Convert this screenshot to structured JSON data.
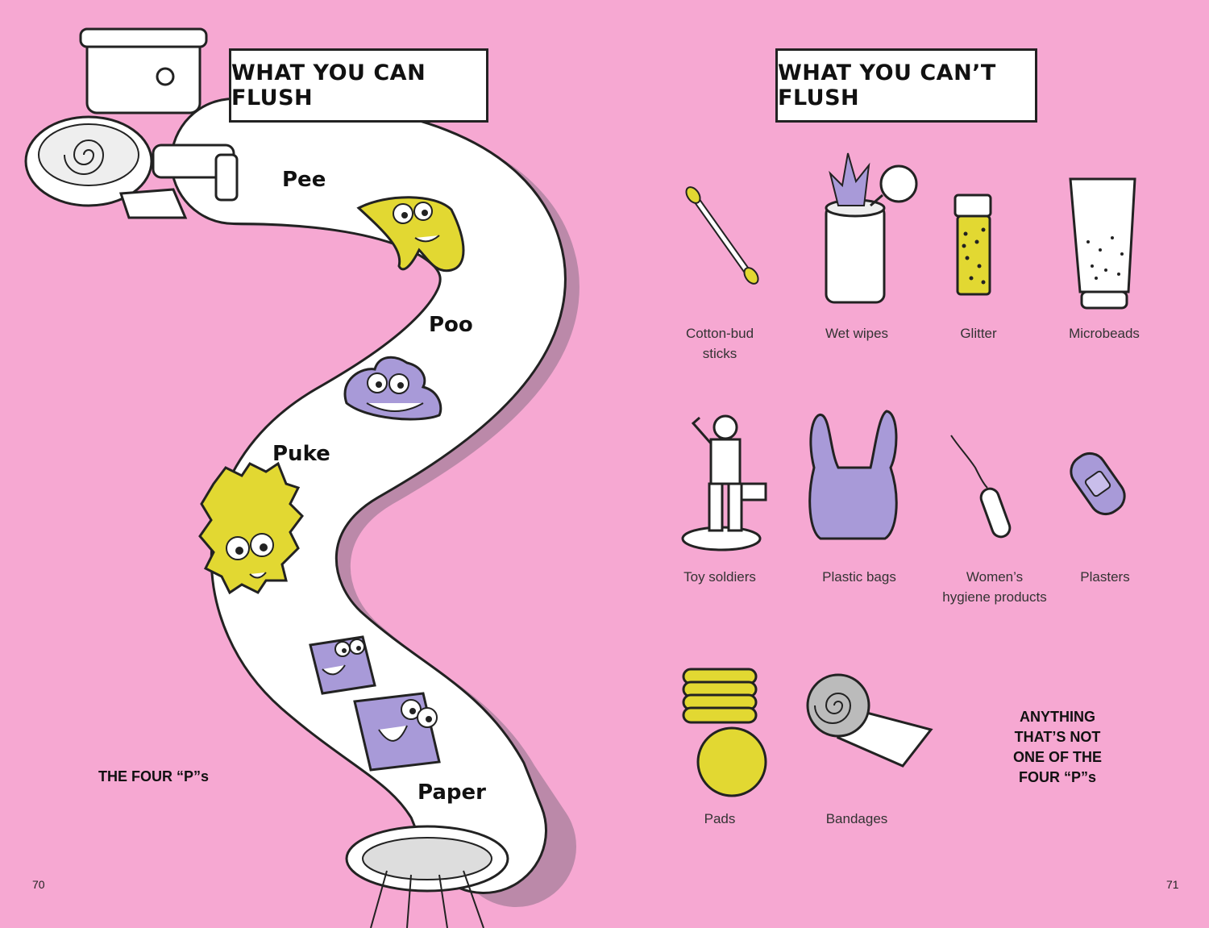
{
  "left_page": {
    "heading": "WHAT YOU CAN FLUSH",
    "labels": [
      "Pee",
      "Poo",
      "Puke",
      "Paper"
    ],
    "note": "THE FOUR “P”s",
    "page_number": "70"
  },
  "right_page": {
    "heading": "WHAT YOU CAN’T FLUSH",
    "items": [
      {
        "label": "Cotton-bud\nsticks",
        "icon": "cotton-bud-icon"
      },
      {
        "label": "Wet wipes",
        "icon": "wet-wipes-icon"
      },
      {
        "label": "Glitter",
        "icon": "glitter-jar-icon"
      },
      {
        "label": "Microbeads",
        "icon": "microbeads-tube-icon"
      },
      {
        "label": "Toy soldiers",
        "icon": "toy-soldier-icon"
      },
      {
        "label": "Plastic bags",
        "icon": "plastic-bag-icon"
      },
      {
        "label": "Women’s\nhygiene products",
        "icon": "tampon-icon"
      },
      {
        "label": "Plasters",
        "icon": "plaster-icon"
      },
      {
        "label": "Pads",
        "icon": "pads-icon"
      },
      {
        "label": "Bandages",
        "icon": "bandage-roll-icon"
      }
    ],
    "note": "ANYTHING\nTHAT’S NOT\nONE OF THE\nFOUR “P”s",
    "page_number": "71"
  },
  "colors": {
    "background": "#f6a8d2",
    "yellow": "#e2d832",
    "purple": "#a89ad8",
    "ink": "#222222"
  }
}
